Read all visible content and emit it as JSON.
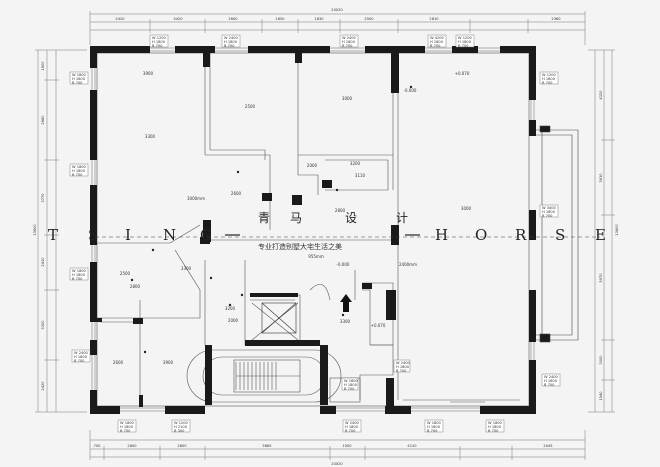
{
  "watermark": {
    "letters_left": [
      "T",
      "S",
      "I",
      "N",
      "G"
    ],
    "letters_right": [
      "H",
      "O",
      "R",
      "S",
      "E"
    ],
    "chinese": [
      "青",
      "马",
      "设",
      "计"
    ],
    "subtitle": "专业打造别墅大宅生活之美"
  },
  "dims": {
    "top_total": "20020",
    "bottom_total": "20020",
    "top_segments": [
      "2420",
      "3420",
      "2600",
      "1650",
      "1830",
      "2500",
      "2810",
      "2360"
    ],
    "bottom_segments": [
      "700",
      "2600",
      "2800",
      "5665",
      "1500",
      "4120",
      "2045"
    ],
    "left_segments": [
      "1600",
      "2680",
      "3770",
      "2410",
      "3300",
      "2420"
    ],
    "right_segments": [
      "4320",
      "3610",
      "5970",
      "3000",
      "1540"
    ],
    "left_total": "13600",
    "right_total": "13600"
  },
  "room_notes": {
    "ceiling_mm": "3000mm",
    "corridor_mm": "955mm",
    "hall_mm": "2400mm",
    "level_a": "+0.070",
    "level_b": "2500",
    "level_c": "3110",
    "level_d": "2800",
    "level_e": "3000",
    "level_f": "3900",
    "level_g": "-0.000",
    "level_h": "3200",
    "level_i": "2000",
    "level_j": "3300",
    "level_k": "2600"
  },
  "window_tags": [
    [
      "W 1200",
      "H 1800",
      "B 700"
    ],
    [
      "W 2400",
      "H 1800",
      "B 700"
    ],
    [
      "W 2400",
      "H 1800",
      "B 700"
    ],
    [
      "W 4200",
      "H 1800",
      "B 700"
    ],
    [
      "W 1200",
      "H 1800",
      "B 700"
    ],
    [
      "W 1800",
      "H 1800",
      "B 700"
    ],
    [
      "W 1800",
      "H 1800",
      "B 700"
    ],
    [
      "W 1800",
      "H 1800",
      "B 700"
    ],
    [
      "W 2400",
      "H 1800",
      "B 700"
    ],
    [
      "W 1200",
      "H 1800",
      "B 700"
    ],
    [
      "W 3400",
      "H 1800",
      "B 700"
    ],
    [
      "W 2400",
      "H 1800",
      "B 700"
    ],
    [
      "W 1800",
      "H 1800",
      "B 700"
    ],
    [
      "W 1200",
      "H 2100",
      "B 300"
    ],
    [
      "W 2400",
      "H 1800",
      "B 700"
    ],
    [
      "W 1800",
      "H 1800",
      "B 700"
    ],
    [
      "W 1800",
      "H 1800",
      "B 700"
    ],
    [
      "W 1800",
      "H 1800",
      "B 700"
    ],
    [
      "W 2400",
      "H 1800",
      "B 700"
    ]
  ],
  "colors": {
    "wall": "#1a1a1a",
    "line": "#555555",
    "paper": "#f4f4f4",
    "dim": "#777777"
  }
}
